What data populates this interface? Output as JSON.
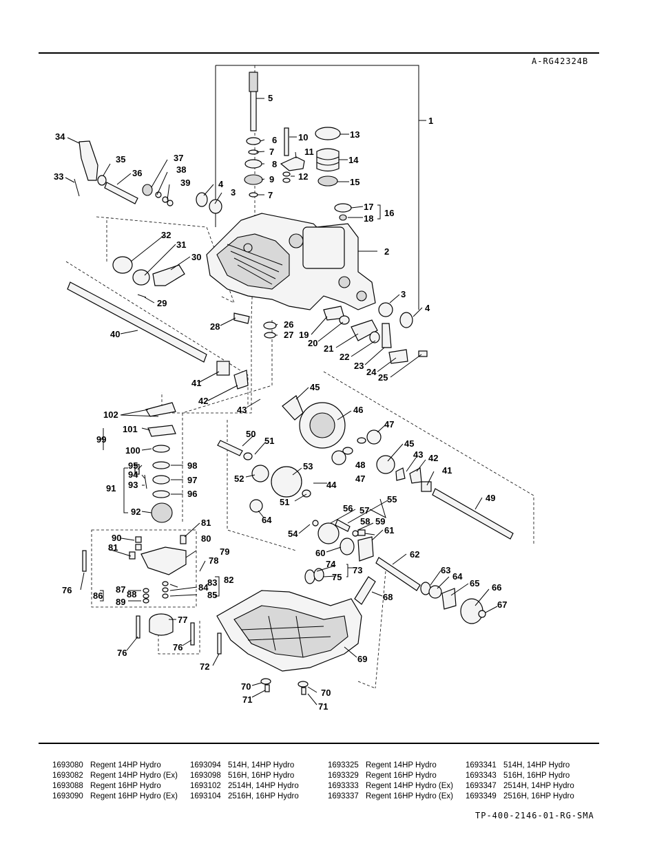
{
  "header": {
    "drawing_id": "A-RG42324B"
  },
  "footer": {
    "document_id": "TP-400-2146-01-RG-SMA"
  },
  "callouts": [
    "1",
    "2",
    "3",
    "3",
    "4",
    "4",
    "5",
    "6",
    "7",
    "7",
    "8",
    "9",
    "10",
    "11",
    "12",
    "13",
    "14",
    "15",
    "16",
    "17",
    "18",
    "19",
    "20",
    "21",
    "22",
    "23",
    "24",
    "25",
    "26",
    "27",
    "28",
    "29",
    "30",
    "31",
    "32",
    "33",
    "34",
    "35",
    "36",
    "37",
    "38",
    "39",
    "40",
    "41",
    "41",
    "42",
    "42",
    "43",
    "43",
    "44",
    "45",
    "45",
    "46",
    "47",
    "47",
    "48",
    "49",
    "50",
    "51",
    "51",
    "52",
    "53",
    "54",
    "55",
    "56",
    "57",
    "58",
    "59",
    "60",
    "61",
    "62",
    "63",
    "64",
    "64",
    "65",
    "66",
    "67",
    "68",
    "69",
    "70",
    "70",
    "71",
    "71",
    "72",
    "73",
    "74",
    "75",
    "76",
    "76",
    "76",
    "77",
    "78",
    "79",
    "80",
    "81",
    "81",
    "82",
    "83",
    "84",
    "85",
    "86",
    "87",
    "88",
    "89",
    "90",
    "91",
    "92",
    "93",
    "94",
    "95",
    "96",
    "97",
    "98",
    "99",
    "100",
    "101",
    "102"
  ],
  "models": [
    [
      {
        "number": "1693080",
        "name": "Regent 14HP Hydro"
      },
      {
        "number": "1693082",
        "name": "Regent 14HP Hydro (Ex)"
      },
      {
        "number": "1693088",
        "name": "Regent 16HP Hydro"
      },
      {
        "number": "1693090",
        "name": "Regent 16HP Hydro (Ex)"
      }
    ],
    [
      {
        "number": "1693094",
        "name": "514H, 14HP Hydro"
      },
      {
        "number": "1693098",
        "name": "516H, 16HP Hydro"
      },
      {
        "number": "1693102",
        "name": "2514H, 14HP Hydro"
      },
      {
        "number": "1693104",
        "name": "2516H, 16HP Hydro"
      }
    ],
    [
      {
        "number": "1693325",
        "name": "Regent 14HP Hydro"
      },
      {
        "number": "1693329",
        "name": "Regent 16HP Hydro"
      },
      {
        "number": "1693333",
        "name": "Regent 14HP Hydro (Ex)"
      },
      {
        "number": "1693337",
        "name": "Regent 16HP Hydro (Ex)"
      }
    ],
    [
      {
        "number": "1693341",
        "name": "514H, 14HP Hydro"
      },
      {
        "number": "1693343",
        "name": "516H, 16HP Hydro"
      },
      {
        "number": "1693347",
        "name": "2514H, 14HP Hydro"
      },
      {
        "number": "1693349",
        "name": "2516H, 16HP Hydro"
      }
    ]
  ]
}
